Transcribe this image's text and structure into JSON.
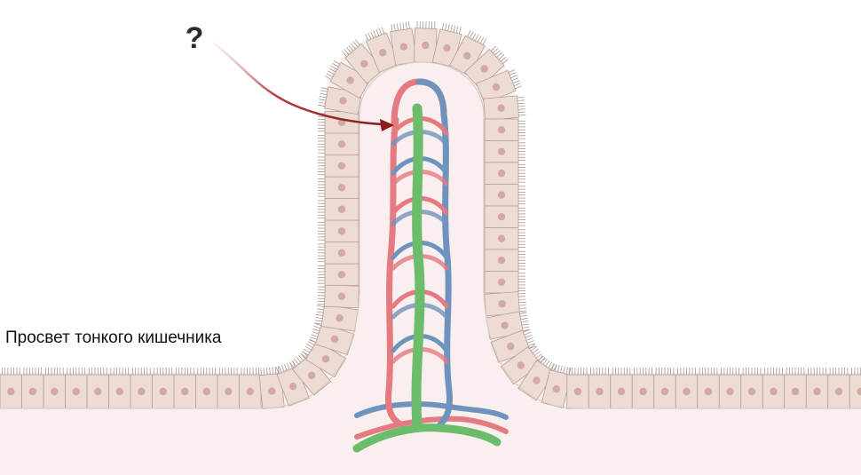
{
  "labels": {
    "question": "?",
    "lumen": "Просвет тонкого кишечника"
  },
  "colors": {
    "tissue": "#f9efee",
    "cell_fill": "#ecdcd3",
    "cell_stroke": "#b59f98",
    "nucleus": "#d2aaa2",
    "microvilli": "#a99690",
    "artery": "#e57b80",
    "vein": "#6f93bd",
    "lacteal": "#6bbc6b",
    "arrow": "#8b1a1a"
  },
  "icons": [
    "question-mark",
    "pointer-arrow"
  ]
}
